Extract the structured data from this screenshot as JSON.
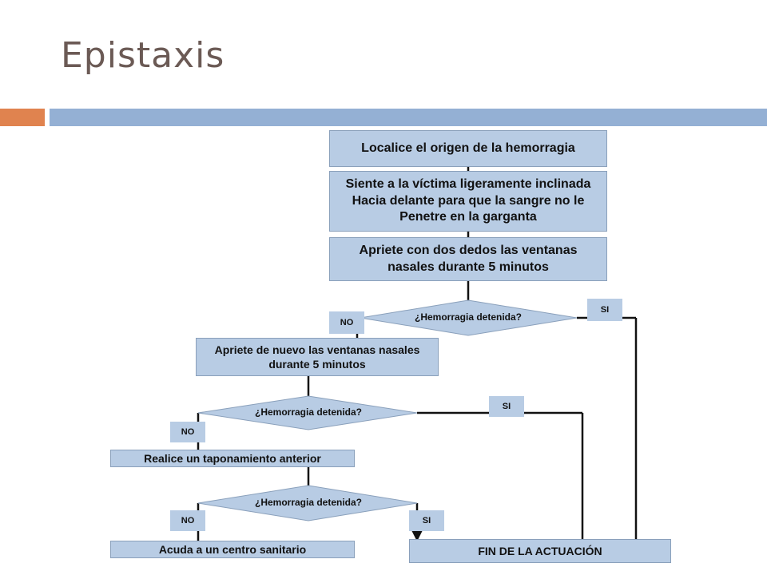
{
  "slide": {
    "title": "Epistaxis"
  },
  "flowchart": {
    "steps": {
      "locate": "Localice el origen de la hemorragia",
      "sit_line1": "Siente a la víctima ligeramente inclinada",
      "sit_line2": "Hacia delante para que la sangre no le",
      "sit_line3": "Penetre en la garganta",
      "press_line1": "Apriete con dos dedos las ventanas",
      "press_line2": "nasales durante 5 minutos",
      "press_again_line1": "Apriete de nuevo las ventanas nasales",
      "press_again_line2": "durante 5 minutos",
      "packing": "Realice un taponamiento anterior",
      "go_center": "Acuda a un centro sanitario",
      "end": "FIN DE LA ACTUACIÓN"
    },
    "decisions": {
      "d1": "¿Hemorragia detenida?",
      "d2": "¿Hemorragia detenida?",
      "d3": "¿Hemorragia detenida?"
    },
    "labels": {
      "no1": "NO",
      "si1": "SI",
      "no2": "NO",
      "si2": "SI",
      "no3": "NO",
      "si3": "SI"
    },
    "colors": {
      "box_fill": "#b8cce4",
      "accent_bar": "#e0834f",
      "main_bar": "#94b0d4",
      "title": "#6b5a55"
    }
  }
}
